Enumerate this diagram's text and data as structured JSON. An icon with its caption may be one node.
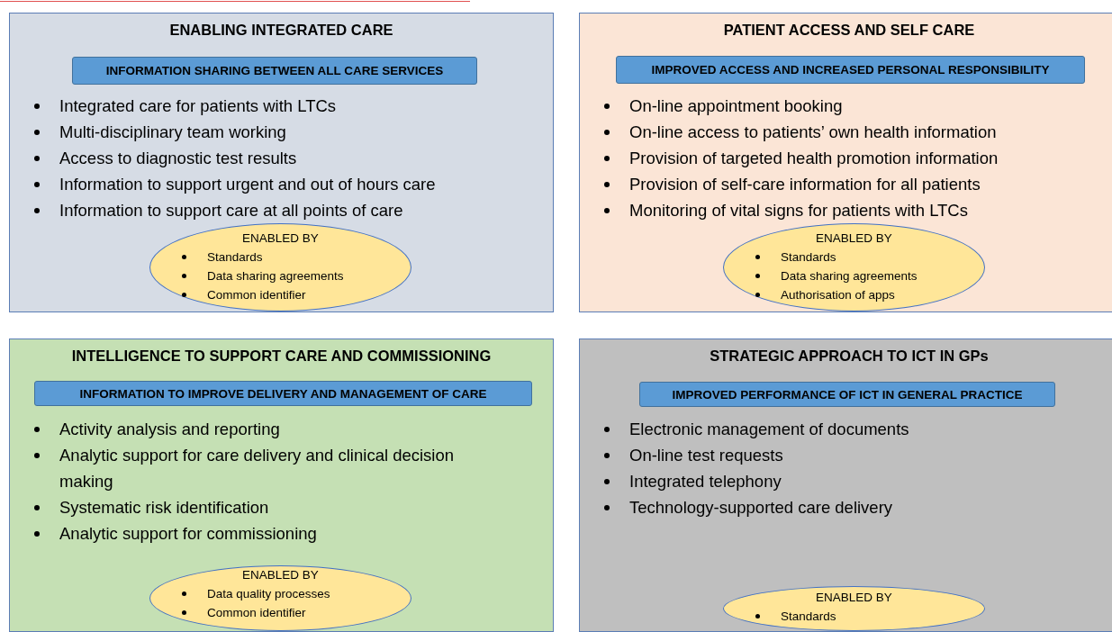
{
  "diagram": {
    "nodes": [
      {
        "text": [
          "ENABLING INTEGRATED CARE",
          "Integrated care for patients with LTCs",
          "Multi-disciplinary team working",
          "Access to diagnostic test results",
          "Information to support urgent and out of hours care",
          "Information to support care at all points of care"
        ]
      },
      {
        "text": [
          "INFORMATION SHARING BETWEEN ALL CARE SERVICES"
        ],
        "in": 0
      },
      {
        "text": [
          "ENABLED BY",
          "Standards",
          "Data sharing agreements",
          "Common identifier"
        ],
        "in": 0
      },
      {
        "text": [
          "PATIENT ACCESS AND SELF CARE",
          "On-line appointment booking",
          "On-line access to patients’ own health information",
          "Provision of targeted health promotion information",
          "Provision of self-care information for all patients",
          "Monitoring of vital signs for patients with LTCs"
        ]
      },
      {
        "text": [
          "IMPROVED ACCESS AND INCREASED PERSONAL RESPONSIBILITY"
        ],
        "in": 3
      },
      {
        "text": [
          "ENABLED BY",
          "Standards",
          "Data sharing agreements",
          "Authorisation of apps"
        ],
        "in": 3
      },
      {
        "text": [
          "INTELLIGENCE TO SUPPORT CARE AND COMMISSIONING",
          "Activity analysis and reporting",
          "Analytic support for care delivery and clinical decision making",
          "Systematic risk identification",
          "Analytic support for commissioning"
        ]
      },
      {
        "text": [
          "INFORMATION TO IMPROVE DELIVERY AND MANAGEMENT OF CARE"
        ],
        "in": 6
      },
      {
        "text": [
          "ENABLED BY",
          "Data quality processes",
          "Common identifier"
        ],
        "in": 6
      },
      {
        "text": [
          "STRATEGIC APPROACH TO ICT IN GPs",
          "Electronic management of documents",
          "On-line test requests",
          "Integrated telephony",
          "Technology-supported care delivery"
        ]
      },
      {
        "text": [
          "IMPROVED PERFORMANCE OF ICT IN GENERAL PRACTICE"
        ],
        "in": 9
      },
      {
        "text": [
          "ENABLED BY",
          "Standards"
        ],
        "in": 9
      }
    ]
  }
}
